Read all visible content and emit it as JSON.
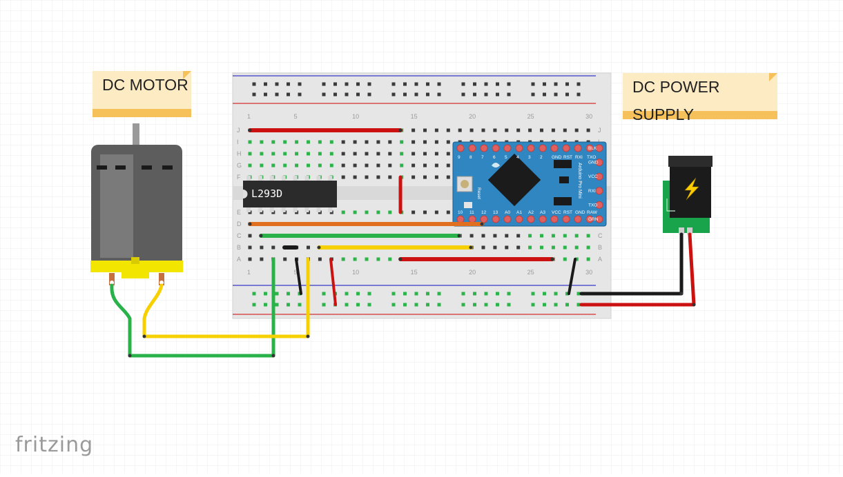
{
  "notes": {
    "motor": "DC MOTOR",
    "supply": "DC POWER SUPPLY"
  },
  "chip_label": "L293D",
  "logo": "fritzing",
  "breadboard": {
    "row_letters_top": [
      "J",
      "I",
      "H",
      "G",
      "F"
    ],
    "row_letters_bottom": [
      "E",
      "D",
      "C",
      "B",
      "A"
    ],
    "column_numbers": [
      "1",
      "5",
      "10",
      "15",
      "20",
      "25",
      "30"
    ]
  },
  "arduino": {
    "name": "Arduino Pro Mini",
    "top_pins": [
      "9",
      "8",
      "7",
      "6",
      "5",
      "4",
      "3",
      "2",
      "GND",
      "RST",
      "RXI",
      "TXO"
    ],
    "bottom_pins": [
      "10",
      "11",
      "12",
      "13",
      "A0",
      "A1",
      "A2",
      "A3",
      "VCC",
      "RST",
      "GND",
      "RAW"
    ],
    "side_pins": [
      "BLK",
      "GND",
      "VCC",
      "RXI",
      "TXO",
      "GRN"
    ],
    "reset_label": "Reset"
  },
  "icons": [
    "breadboard-icon",
    "dc-motor-icon",
    "power-jack-icon",
    "lightning-icon",
    "arduino-board-icon",
    "ic-chip-icon"
  ],
  "colors": {
    "wire_red": "#cc1111",
    "wire_black": "#1a1a1a",
    "wire_green": "#2ab24a",
    "wire_yellow": "#f7d000",
    "wire_orange": "#e07020",
    "arduino_blue": "#2f86c0",
    "note_bg": "#fdebc3",
    "note_strip": "#f6c05b"
  }
}
